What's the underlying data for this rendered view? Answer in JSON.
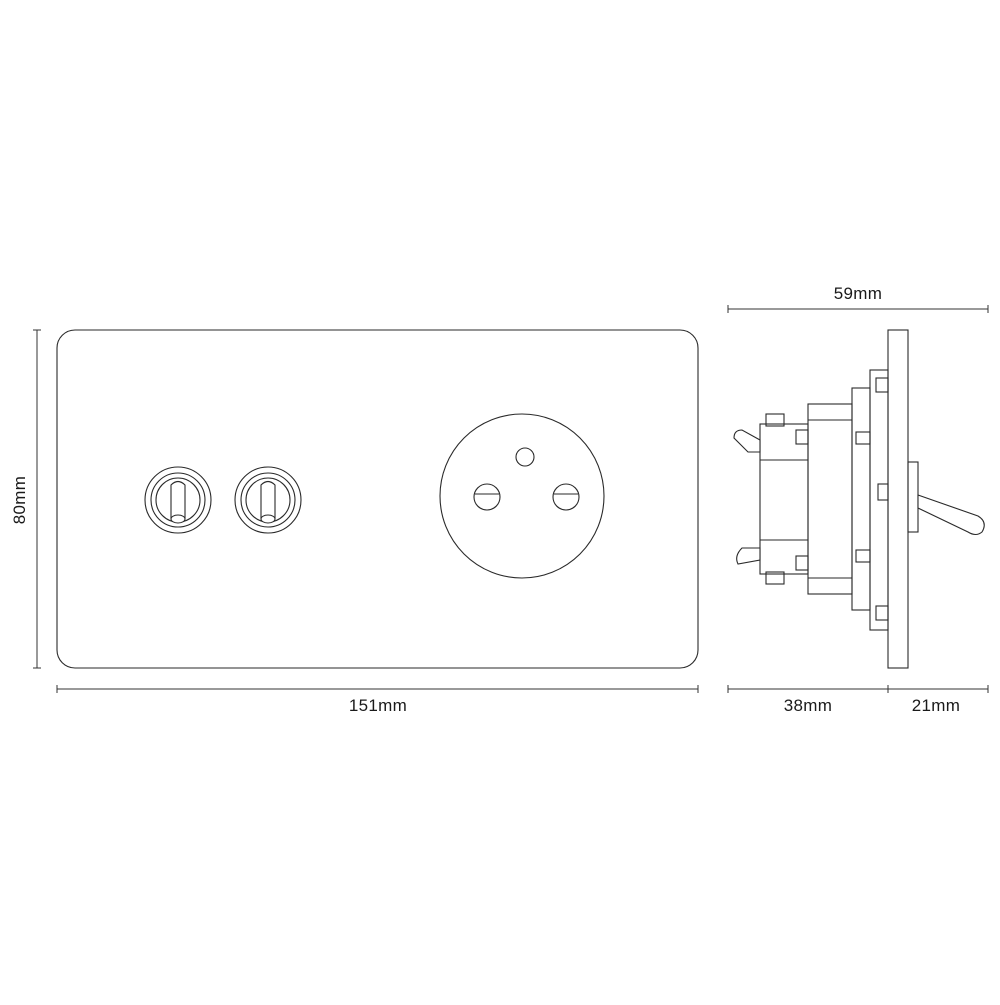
{
  "dimensions": {
    "height": "80mm",
    "width": "151mm",
    "total_depth": "59mm",
    "body_depth": "38mm",
    "plate_depth": "21mm"
  },
  "colors": {
    "line": "#2a2a2a",
    "background": "#ffffff"
  }
}
